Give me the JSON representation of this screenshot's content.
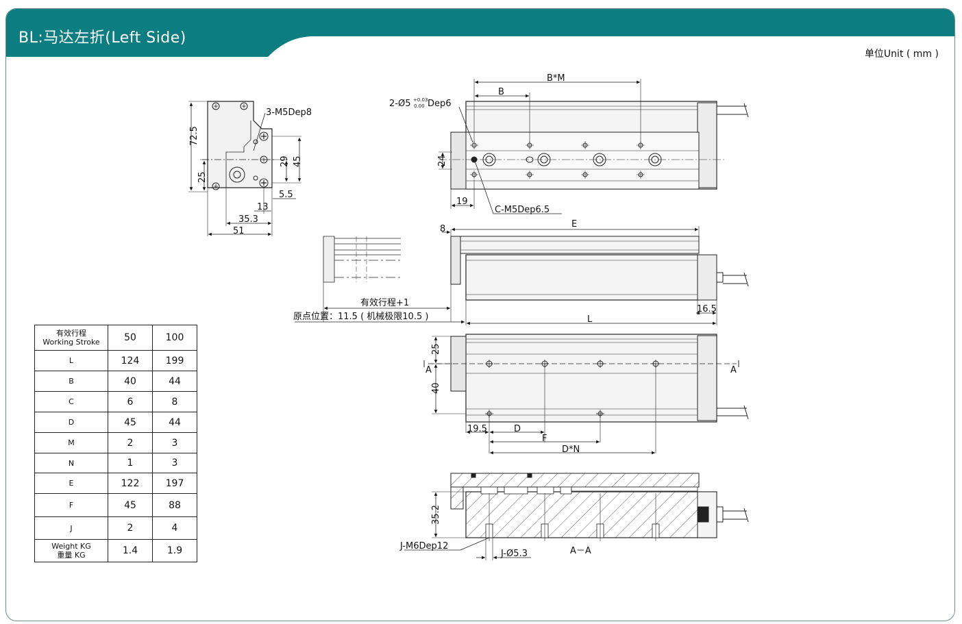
{
  "header": {
    "title": "BL:马达左折(Left Side)",
    "accent_color": "#0c7d80"
  },
  "unit_label": "单位Unit ( mm )",
  "spec_table": {
    "header": {
      "label_cn": "有效行程",
      "label_en": "Working Stroke",
      "values": [
        "50",
        "100"
      ]
    },
    "rows": [
      {
        "label": "L",
        "values": [
          "124",
          "199"
        ]
      },
      {
        "label": "B",
        "values": [
          "40",
          "44"
        ]
      },
      {
        "label": "C",
        "values": [
          "6",
          "8"
        ]
      },
      {
        "label": "D",
        "values": [
          "45",
          "44"
        ]
      },
      {
        "label": "M",
        "values": [
          "2",
          "3"
        ]
      },
      {
        "label": "N",
        "values": [
          "1",
          "3"
        ]
      },
      {
        "label": "E",
        "values": [
          "122",
          "197"
        ]
      },
      {
        "label": "F",
        "values": [
          "45",
          "88"
        ]
      },
      {
        "label": "J",
        "values": [
          "2",
          "4"
        ]
      }
    ],
    "footer": {
      "label_en": "Weight KG",
      "label_cn": "重量  KG",
      "values": [
        "1.4",
        "1.9"
      ]
    }
  },
  "end_view": {
    "hole_callout": "3-M5Dep8",
    "dims": {
      "h_total": "72.5",
      "h_25": "25",
      "h_29": "29",
      "h_45": "45",
      "w_5_5": "5.5",
      "w_13": "13",
      "w_35_3": "35.3",
      "w_51": "51"
    }
  },
  "top_view": {
    "dim_bm": "B*M",
    "dim_b": "B",
    "pin_callout": "2-Ø5",
    "pin_tol_upper": "+0.03",
    "pin_tol_lower": "0.00",
    "pin_depth": "Dep6",
    "dim_24": "24",
    "dim_19": "19",
    "tap_callout": "C-M5Dep6.5"
  },
  "side_view": {
    "dim_8": "8",
    "dim_e": "E",
    "stroke_label": "有效行程+1",
    "origin_label": "原点位置：11.5 ( 机械极限10.5 )",
    "dim_l": "L",
    "dim_16_5": "16.5"
  },
  "bottom_view": {
    "dim_25": "25",
    "dim_40": "40",
    "section_mark": "A",
    "dim_19_5": "19.5",
    "dim_d": "D",
    "dim_f": "F",
    "dim_dn": "D*N"
  },
  "section_view": {
    "dim_35_2": "35.2",
    "tap_callout": "J-M6Dep12",
    "hole_callout": "J-Ø5.3",
    "section_title": "A－A"
  }
}
